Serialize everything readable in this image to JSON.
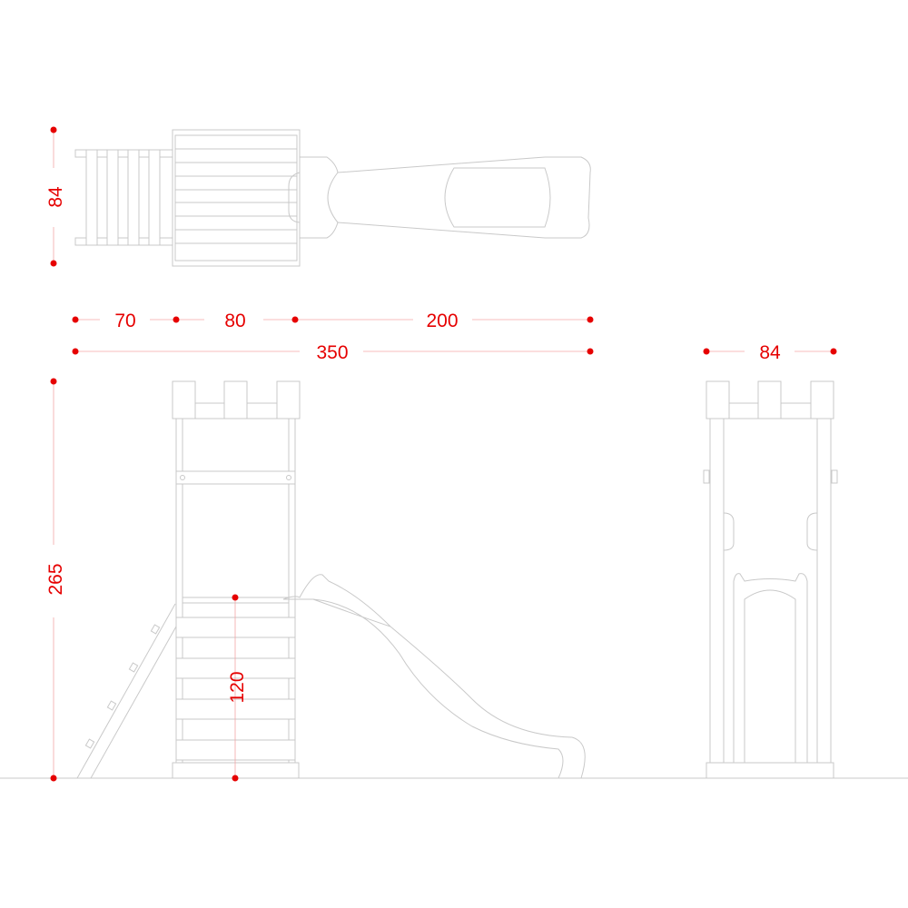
{
  "dimensions": {
    "top_view_width": "84",
    "ladder_length": "70",
    "tower_length": "80",
    "slide_length": "200",
    "total_length": "350",
    "front_width": "84",
    "total_height": "265",
    "platform_height": "120"
  },
  "colors": {
    "dimension": "#e60000",
    "drawing_line": "#c9c9c9"
  }
}
